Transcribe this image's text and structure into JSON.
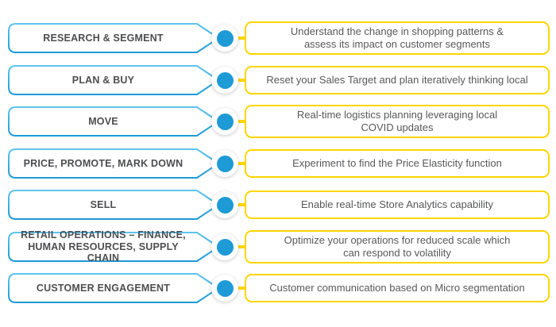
{
  "diagram": {
    "accent_blue": "#1E9AD6",
    "accent_blue_light": "#5FC4ED",
    "accent_yellow": "#FFD500",
    "stage_text_color": "#4D4E50",
    "description_text_color": "#58595B",
    "rows": [
      {
        "stage": "RESEARCH & SEGMENT",
        "description": "Understand the change in shopping patterns &\nassess its impact on customer segments"
      },
      {
        "stage": "PLAN & BUY",
        "description": "Reset your Sales Target and plan iteratively thinking local"
      },
      {
        "stage": "MOVE",
        "description": "Real-time logistics planning leveraging local\nCOVID updates"
      },
      {
        "stage": "PRICE, PROMOTE, MARK DOWN",
        "description": "Experiment to find the Price Elasticity function"
      },
      {
        "stage": "SELL",
        "description": "Enable real-time Store Analytics capability"
      },
      {
        "stage": "RETAIL OPERATIONS – FINANCE,\nHUMAN RESOURCES, SUPPLY CHAIN",
        "description": "Optimize your operations for reduced scale which\ncan respond to volatility"
      },
      {
        "stage": "CUSTOMER ENGAGEMENT",
        "description": "Customer communication based on Micro segmentation"
      }
    ]
  }
}
